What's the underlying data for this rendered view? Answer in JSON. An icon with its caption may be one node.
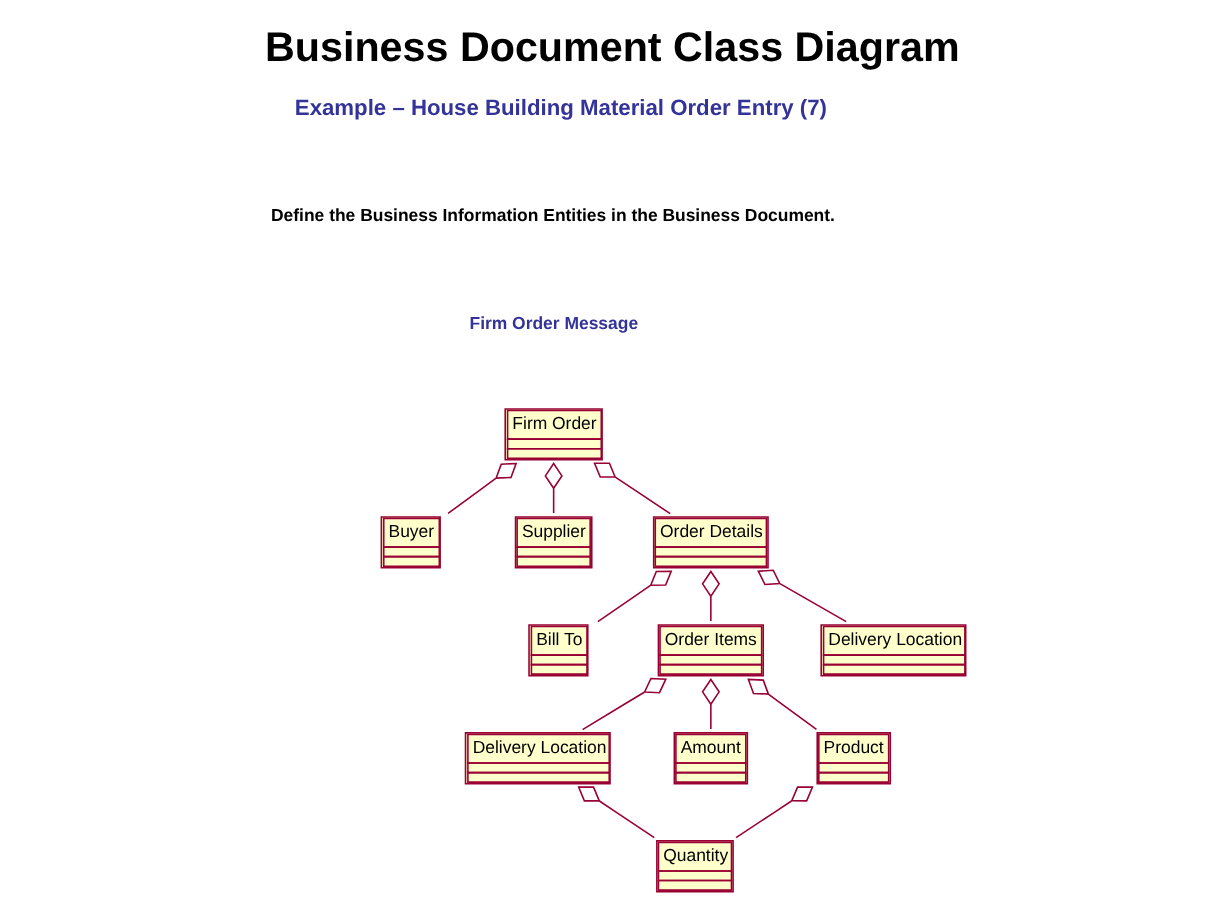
{
  "diagram": {
    "title": "Business Document Class Diagram",
    "nodes": [
      {
        "text": [
          "Firm Order"
        ]
      },
      {
        "text": [
          "Buyer"
        ]
      },
      {
        "text": [
          "Supplier"
        ]
      },
      {
        "text": [
          "Order Details"
        ]
      },
      {
        "text": [
          "Bill To"
        ]
      },
      {
        "text": [
          "Order Items"
        ]
      },
      {
        "text": [
          "Delivery Location"
        ]
      },
      {
        "text": [
          "Delivery Location"
        ]
      },
      {
        "text": [
          "Amount"
        ]
      },
      {
        "text": [
          "Product"
        ]
      },
      {
        "text": [
          "Quantity"
        ]
      }
    ],
    "edges": [
      {
        "from": 0,
        "to": 1,
        "arrow": "other"
      },
      {
        "from": 0,
        "to": 2,
        "arrow": "other"
      },
      {
        "from": 0,
        "to": 3,
        "arrow": "other"
      },
      {
        "from": 3,
        "to": 4,
        "arrow": "other"
      },
      {
        "from": 3,
        "to": 5,
        "arrow": "other"
      },
      {
        "from": 3,
        "to": 6,
        "arrow": "other"
      },
      {
        "from": 5,
        "to": 7,
        "arrow": "other"
      },
      {
        "from": 5,
        "to": 8,
        "arrow": "other"
      },
      {
        "from": 5,
        "to": 9,
        "arrow": "other"
      },
      {
        "from": 7,
        "to": 10,
        "arrow": "other"
      },
      {
        "from": 9,
        "to": 10,
        "arrow": "other"
      }
    ],
    "labels": [
      "Example – House Building Material Order Entry (7)",
      "Define the Business Information Entities in the Business Document.",
      "Firm Order Message"
    ]
  }
}
